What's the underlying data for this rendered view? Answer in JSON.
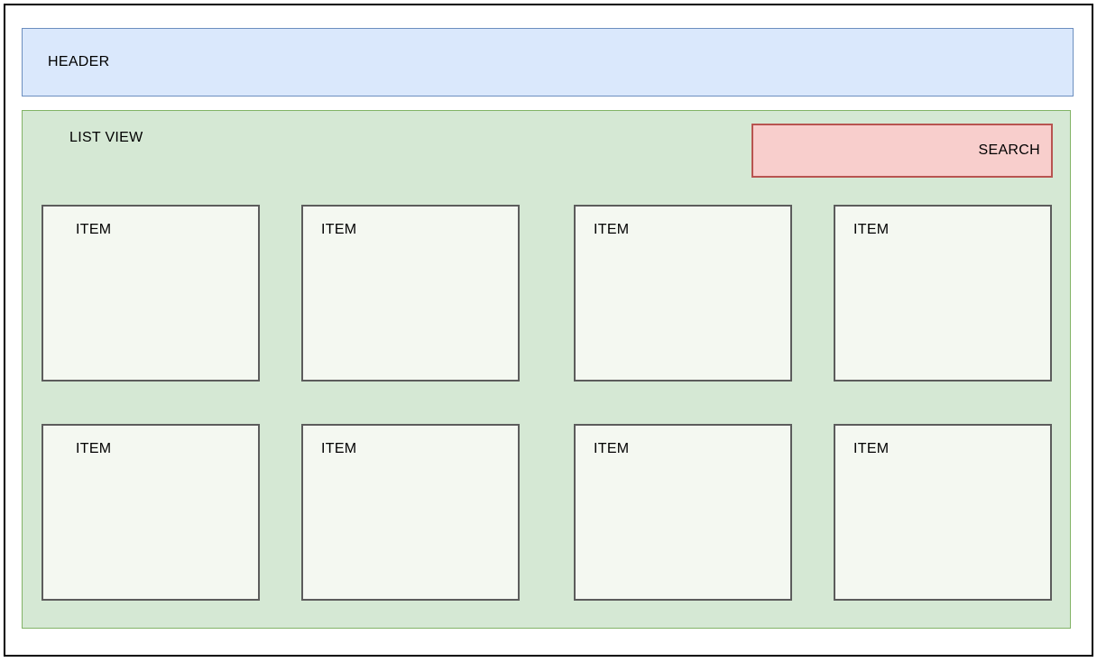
{
  "header": {
    "label": "HEADER"
  },
  "list_view": {
    "label": "LIST VIEW",
    "search": {
      "label": "SEARCH"
    },
    "items": [
      {
        "label": "ITEM"
      },
      {
        "label": "ITEM"
      },
      {
        "label": "ITEM"
      },
      {
        "label": "ITEM"
      },
      {
        "label": "ITEM"
      },
      {
        "label": "ITEM"
      },
      {
        "label": "ITEM"
      },
      {
        "label": "ITEM"
      }
    ]
  },
  "colors": {
    "outer_border": "#000000",
    "header_fill": "#dae8fc",
    "header_border": "#6c8ebf",
    "list_fill": "#d5e8d4",
    "list_border": "#82b366",
    "search_fill": "#f8cecc",
    "search_border": "#b85450",
    "item_fill": "#f4f8f1",
    "item_border": "#5c5c5c",
    "text": "#000000"
  }
}
